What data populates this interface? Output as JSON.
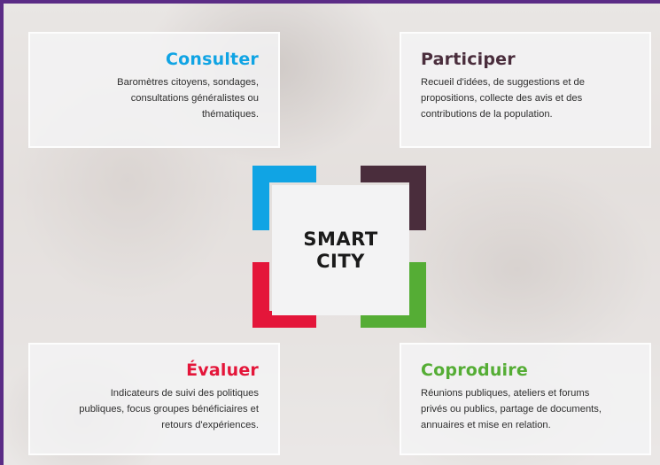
{
  "colors": {
    "frame": "#5b2c86",
    "consulter": "#10a4e4",
    "participer": "#4a2d3c",
    "evaluer": "#e4163a",
    "coproduire": "#55ad35"
  },
  "center": {
    "line1": "SMART",
    "line2": "CITY"
  },
  "cards": {
    "consulter": {
      "title": "Consulter",
      "text": "Baromètres citoyens, sondages, consultations généralistes ou thématiques."
    },
    "participer": {
      "title": "Participer",
      "text": "Recueil d'idées, de suggestions et de propositions, collecte des avis et des contributions de la population."
    },
    "evaluer": {
      "title": "Évaluer",
      "text": "Indicateurs de suivi des politiques publiques, focus groupes bénéficiaires et retours d'expériences."
    },
    "coproduire": {
      "title": "Coproduire",
      "text": "Réunions publiques, ateliers et forums privés ou publics, partage de documents, annuaires et mise en relation."
    }
  }
}
